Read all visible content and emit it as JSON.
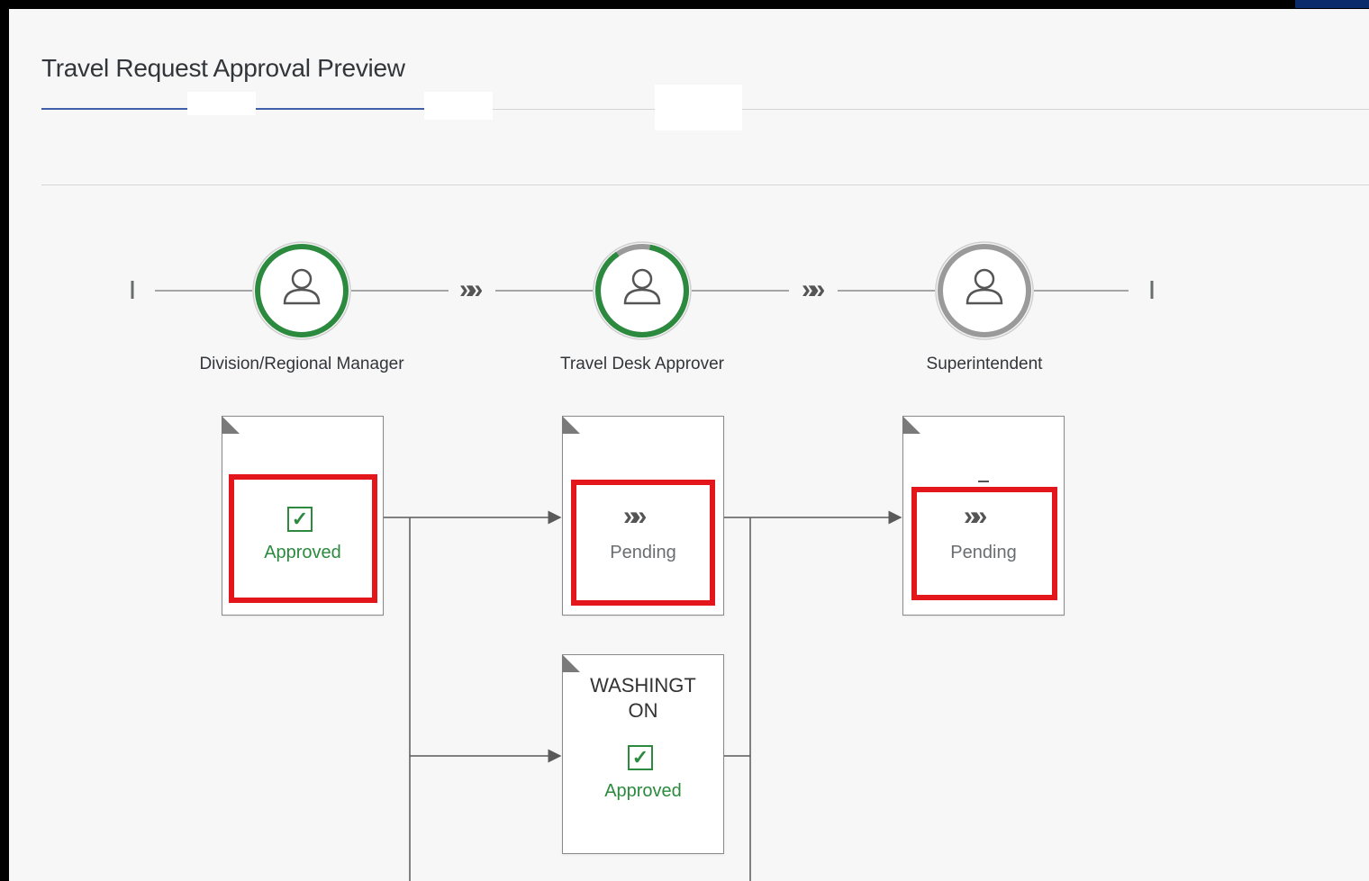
{
  "page": {
    "title": "Travel Request Approval Preview"
  },
  "colors": {
    "approved": "#2b8a3e",
    "pending_ring": "#9a9a9a",
    "highlight": "#e3161b",
    "tab_underline": "#3f5fa8"
  },
  "steps": [
    {
      "label": "Division/Regional Manager",
      "icon": "person-icon"
    },
    {
      "label": "Travel Desk Approver",
      "icon": "person-icon"
    },
    {
      "label": "Superintendent",
      "icon": "person-icon"
    }
  ],
  "connectors": {
    "arrow_glyph": "»»"
  },
  "cards": [
    {
      "status": "Approved",
      "icon": "checkbox-check-icon"
    },
    {
      "status": "Pending",
      "icon": "chevrons-icon"
    },
    {
      "status": "Pending",
      "icon": "chevrons-icon"
    },
    {
      "location_line1": "WASHINGT",
      "location_line2": "ON",
      "status": "Approved",
      "icon": "checkbox-check-icon"
    }
  ]
}
